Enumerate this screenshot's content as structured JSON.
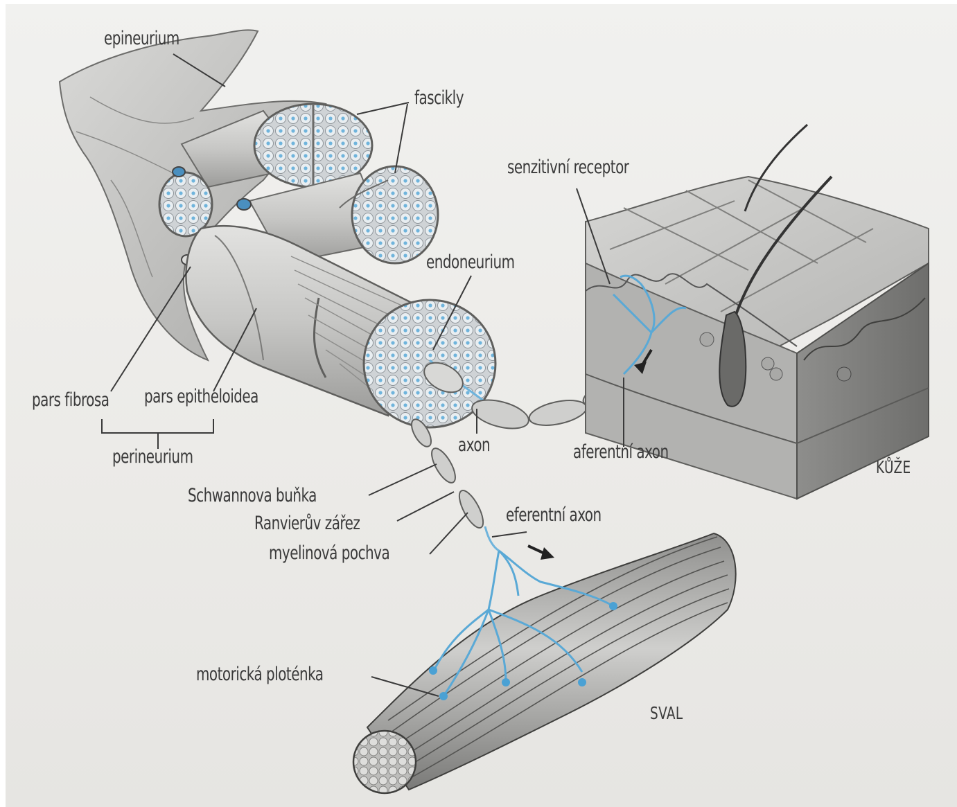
{
  "labels": {
    "epineurium": "epineurium",
    "fascikly": "fascikly",
    "senzitivni_receptor": "senzitivní receptor",
    "endoneurium": "endoneurium",
    "pars_fibrosa": "pars fibrosa",
    "pars_epitheloidea": "pars epitheloidea",
    "perineurium": "perineurium",
    "axon": "axon",
    "aferentni_axon": "aferentní axon",
    "kuze": "KŮŽE",
    "schwannova_bunka": "Schwannova buňka",
    "ranvieruv_zarez": "Ranvierův zářez",
    "eferentni_axon": "eferentní axon",
    "myelinova_pochva": "myelinová pochva",
    "motoricka_plotenka": "motorická ploténka",
    "sval": "SVAL"
  },
  "colors": {
    "nerve_blue": "#5aa9d6",
    "tissue_gray": "#b9b9b7",
    "ink": "#3a3a3a"
  }
}
